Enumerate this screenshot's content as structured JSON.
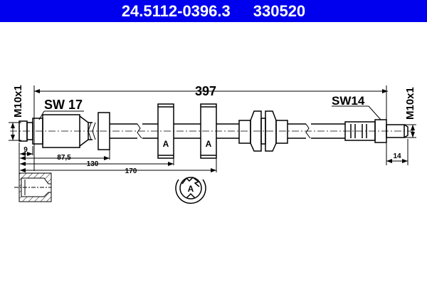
{
  "header": {
    "part_number": "24.5112-0396.3",
    "ref_number": "330520",
    "background_color": "#0000ee",
    "text_color": "#ffffff"
  },
  "drawing": {
    "overall_length": "397",
    "left_thread": "M10x1",
    "right_thread": "M10x1",
    "left_wrench_size": "SW 17",
    "right_wrench_size": "SW14",
    "bracket_label_1": "A",
    "bracket_label_2": "A",
    "clip_detail_label": "A",
    "dimensions": {
      "left_fitting": "9",
      "to_bracket_start": "87,5",
      "to_bracket_1": "130",
      "to_bracket_2": "170",
      "right_fitting": "14"
    }
  }
}
